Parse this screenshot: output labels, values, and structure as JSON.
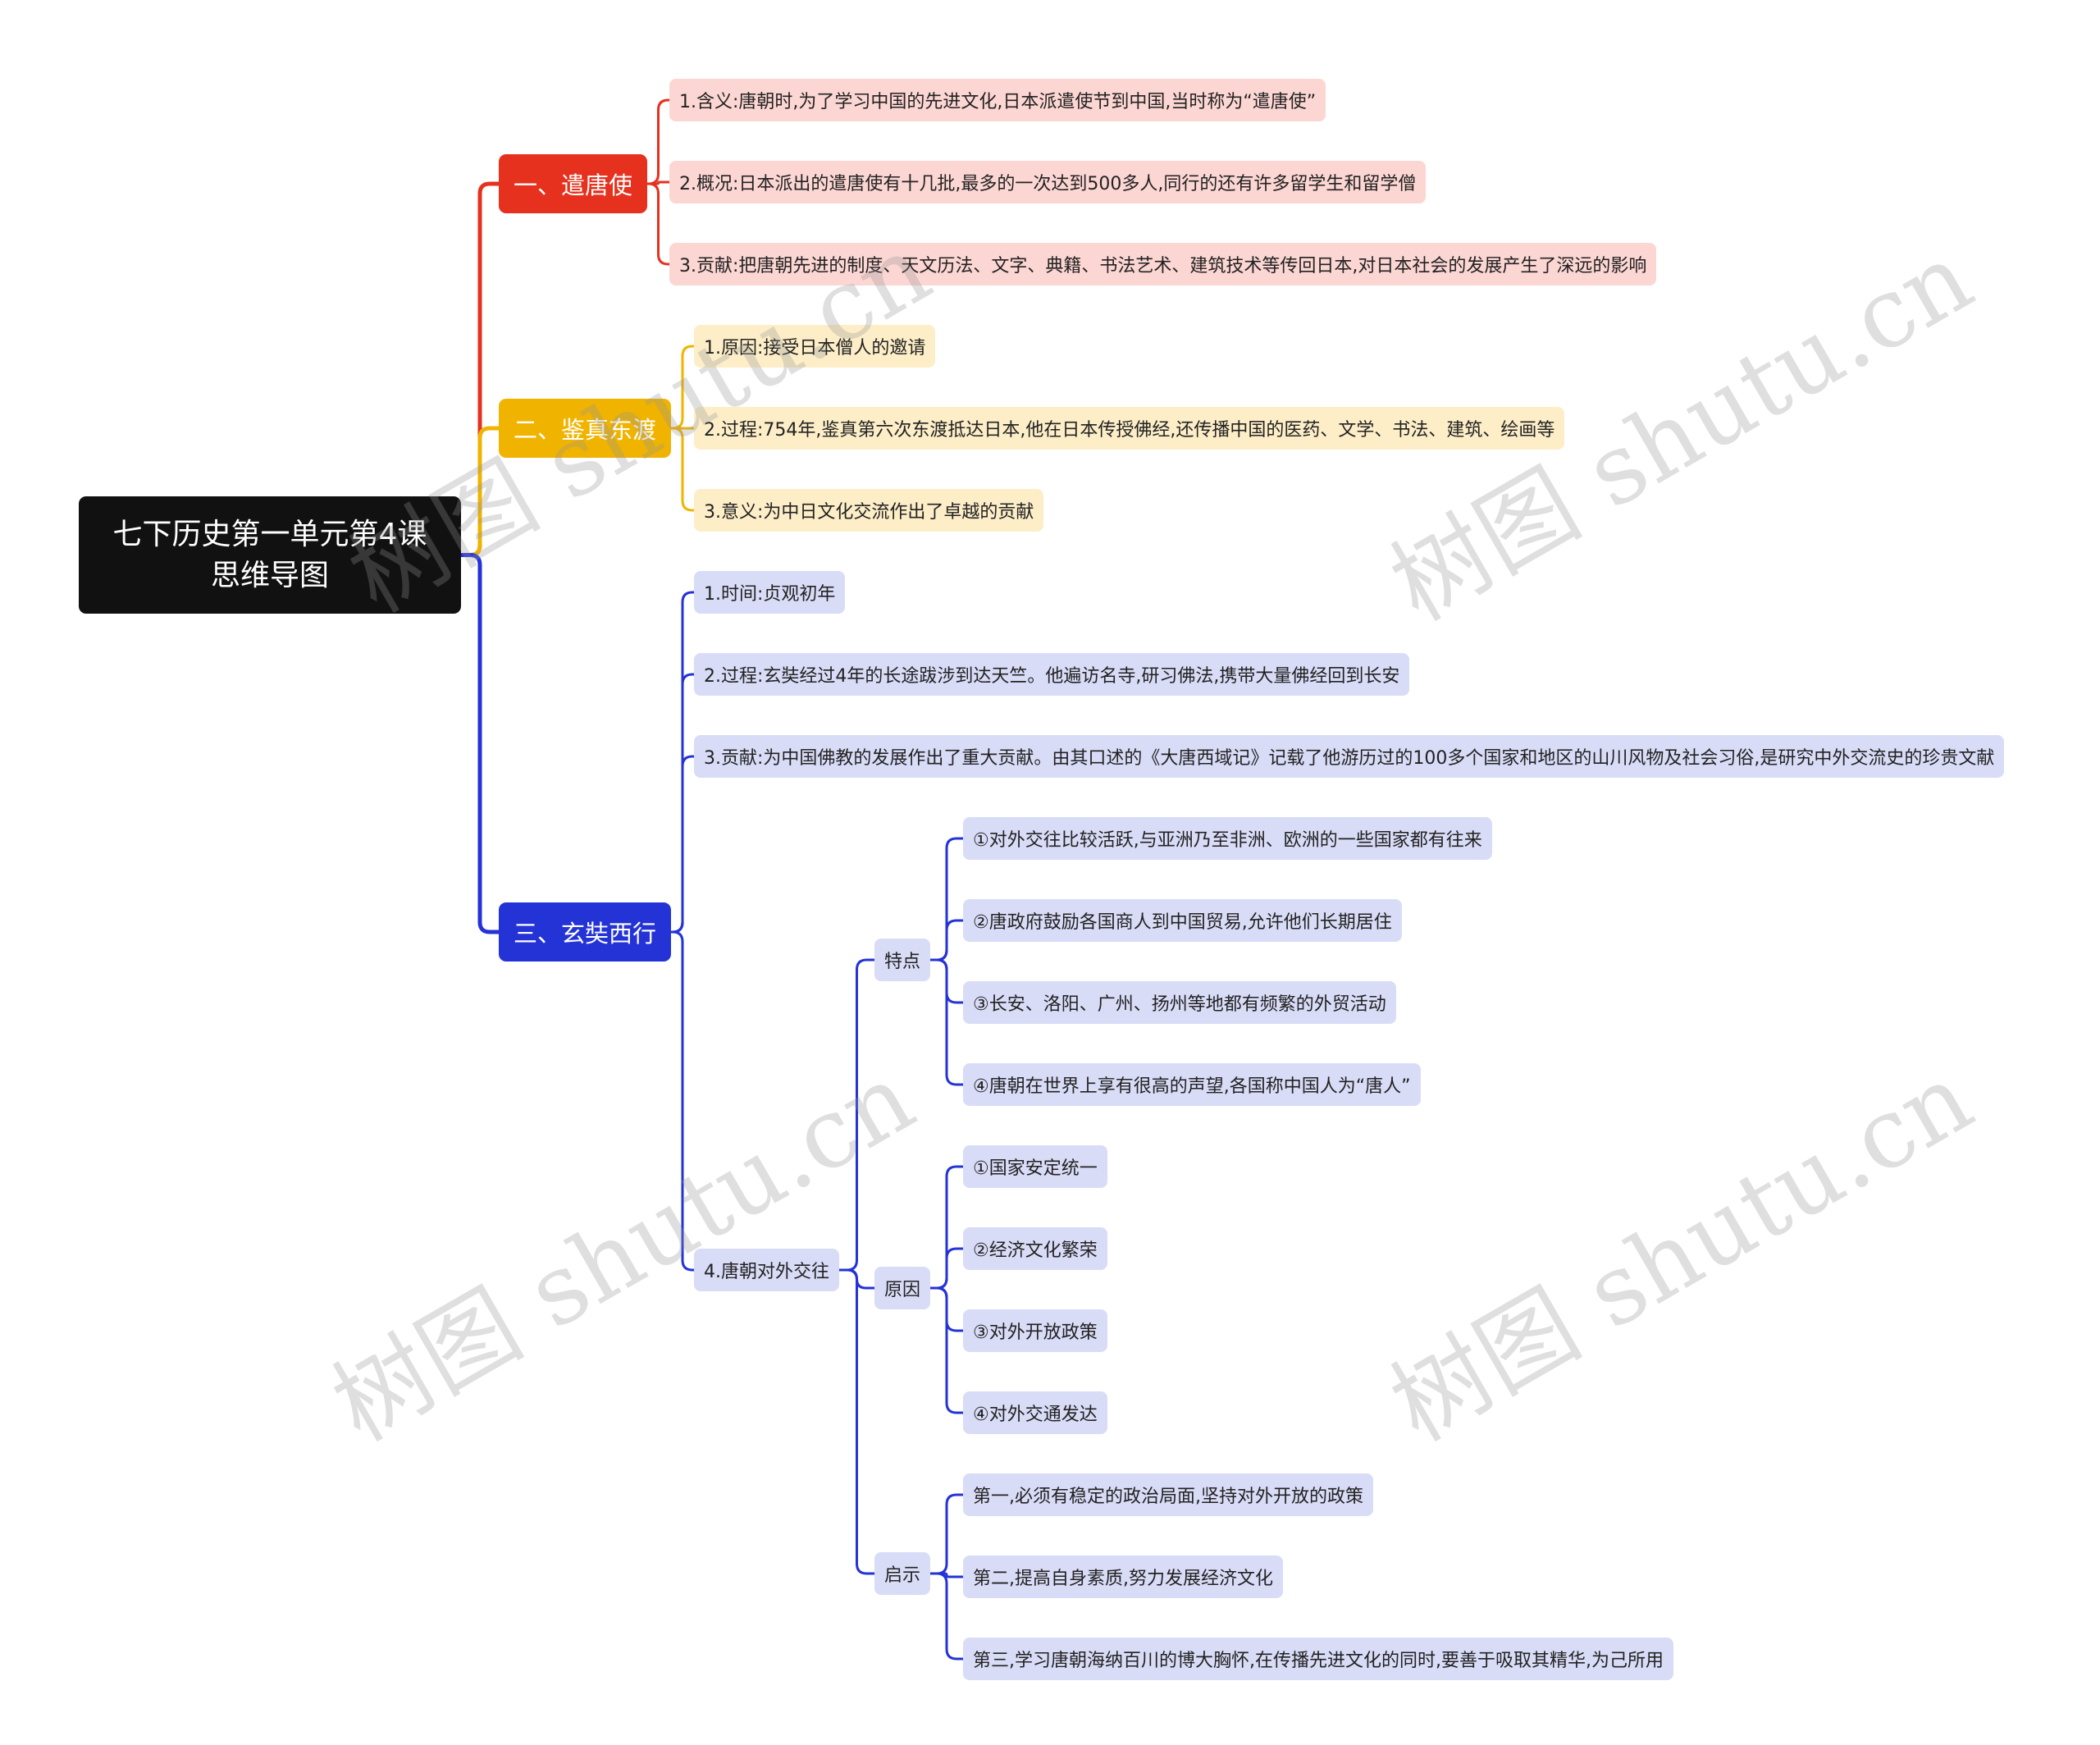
{
  "root": {
    "line1": "七下历史第一单元第4课",
    "line2": "思维导图"
  },
  "colors": {
    "red": "#e5311e",
    "yellow": "#f0b400",
    "blue": "#2433d6",
    "root": "#111111"
  },
  "branches": [
    {
      "label": "一、遣唐使",
      "color": "#e5311e",
      "items": [
        "1.含义:唐朝时,为了学习中国的先进文化,日本派遣使节到中国,当时称为“遣唐使”",
        "2.概况:日本派出的遣唐使有十几批,最多的一次达到500多人,同行的还有许多留学生和留学僧",
        "3.贡献:把唐朝先进的制度、天文历法、文字、典籍、书法艺术、建筑技术等传回日本,对日本社会的发展产生了深远的影响"
      ]
    },
    {
      "label": "二、鉴真东渡",
      "color": "#f0b400",
      "items": [
        "1.原因:接受日本僧人的邀请",
        "2.过程:754年,鉴真第六次东渡抵达日本,他在日本传授佛经,还传播中国的医药、文学、书法、建筑、绘画等",
        "3.意义:为中日文化交流作出了卓越的贡献"
      ]
    },
    {
      "label": "三、玄奘西行",
      "color": "#2433d6",
      "items": [
        "1.时间:贞观初年",
        "2.过程:玄奘经过4年的长途跋涉到达天竺。他遍访名寺,研习佛法,携带大量佛经回到长安",
        "3.贡献:为中国佛教的发展作出了重大贡献。由其口述的《大唐西域记》记载了他游历过的100多个国家和地区的山川风物及社会习俗,是研究中外交流史的珍贵文献",
        "4.唐朝对外交往"
      ],
      "sub": [
        {
          "label": "特点",
          "items": [
            "①对外交往比较活跃,与亚洲乃至非洲、欧洲的一些国家都有往来",
            "②唐政府鼓励各国商人到中国贸易,允许他们长期居住",
            "③长安、洛阳、广州、扬州等地都有频繁的外贸活动",
            "④唐朝在世界上享有很高的声望,各国称中国人为“唐人”"
          ]
        },
        {
          "label": "原因",
          "items": [
            "①国家安定统一",
            "②经济文化繁荣",
            "③对外开放政策",
            "④对外交通发达"
          ]
        },
        {
          "label": "启示",
          "items": [
            "第一,必须有稳定的政治局面,坚持对外开放的政策",
            "第二,提高自身素质,努力发展经济文化",
            "第三,学习唐朝海纳百川的博大胸怀,在传播先进文化的同时,要善于吸取其精华,为己所用"
          ]
        }
      ]
    }
  ],
  "watermark": "树图 shutu.cn"
}
